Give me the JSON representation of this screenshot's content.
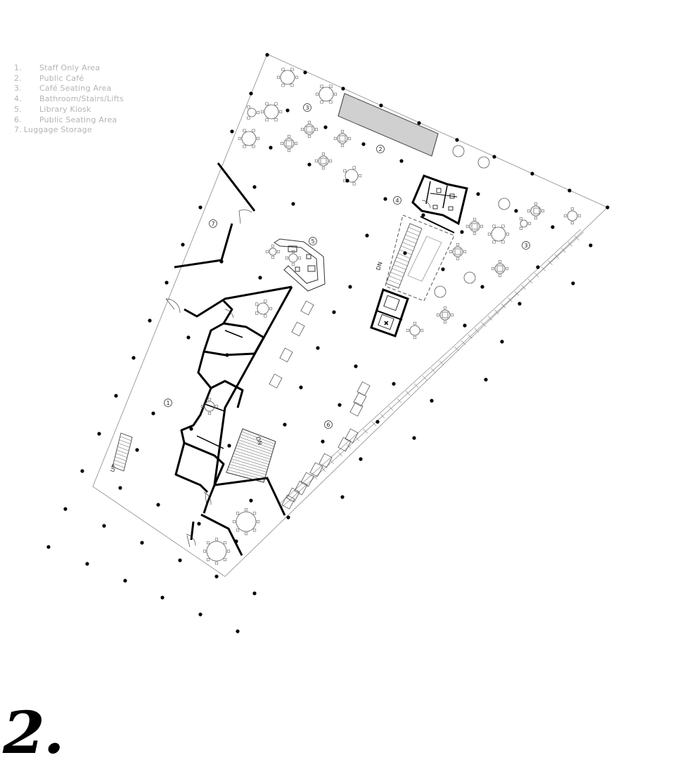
{
  "legend": {
    "items": [
      {
        "num": "1.",
        "label": "Staff Only Area"
      },
      {
        "num": "2.",
        "label": "Public Café"
      },
      {
        "num": "3.",
        "label": "Café Seating Area"
      },
      {
        "num": "4.",
        "label": "Bathroom/Stairs/Lifts"
      },
      {
        "num": "5.",
        "label": "Library Kiosk"
      },
      {
        "num": "6.",
        "label": "Public Seating Area"
      },
      {
        "num": "7.",
        "label": "Luggage Storage"
      }
    ]
  },
  "plan": {
    "area_labels": [
      "1",
      "2",
      "3",
      "3",
      "4",
      "5",
      "6",
      "7"
    ],
    "stair_labels": {
      "up": "UP",
      "down_main": "DN",
      "down_core": "DN"
    }
  },
  "plate_number": "2."
}
